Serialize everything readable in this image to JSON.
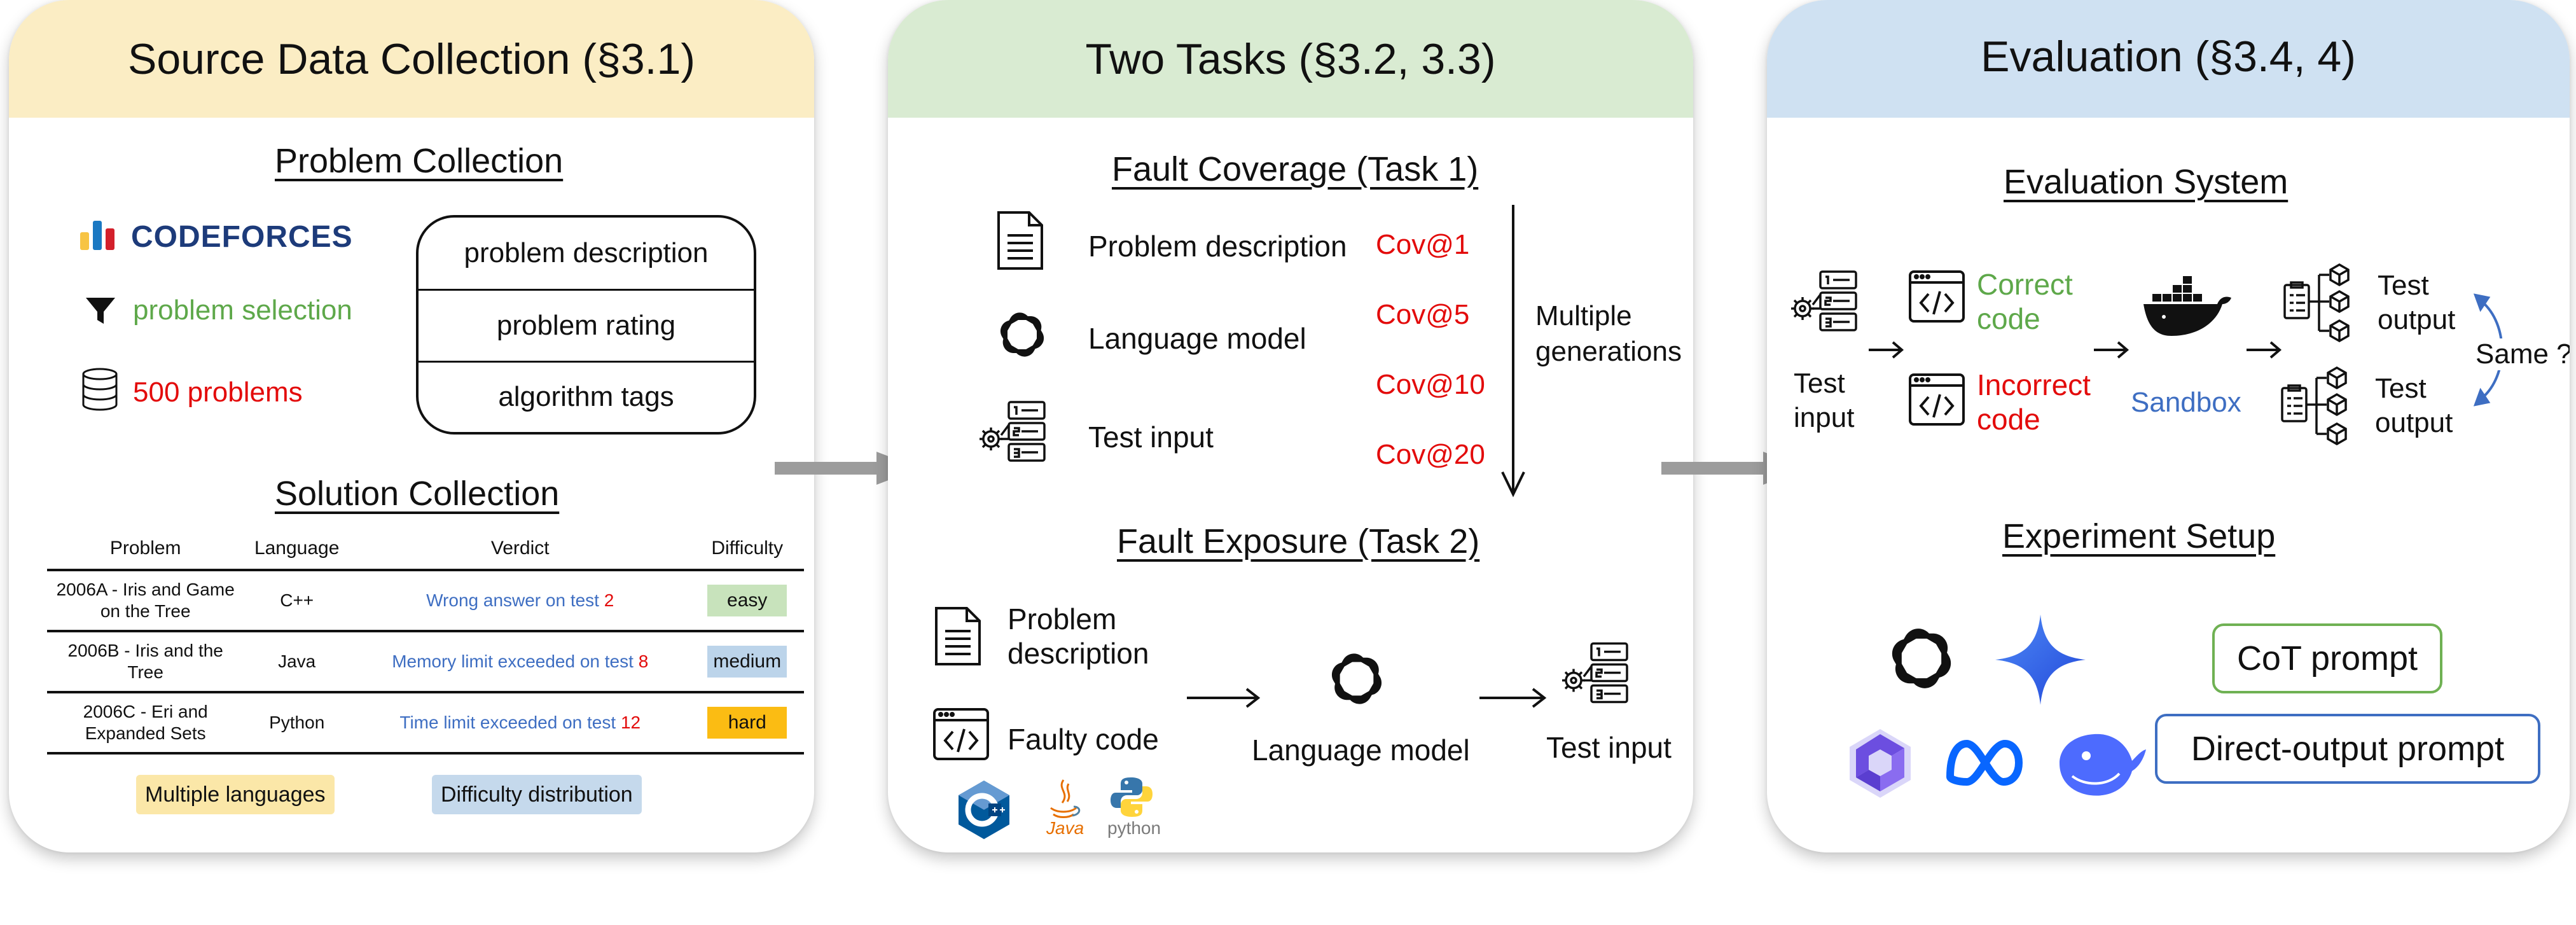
{
  "panel1": {
    "title": "Source Data Collection (§3.1)",
    "header_color": "#fbedc4",
    "problem_collection": {
      "title": "Problem Collection",
      "logo_text": "CODEFORCES",
      "selection_label": "problem selection",
      "count_label": "500 problems",
      "box_rows": [
        "problem description",
        "problem rating",
        "algorithm tags"
      ]
    },
    "solution_collection": {
      "title": "Solution Collection",
      "headers": [
        "Problem",
        "Language",
        "Verdict",
        "Difficulty"
      ],
      "rows": [
        {
          "problem": "2006A - Iris and Game on the Tree",
          "language": "C++",
          "verdict_text": "Wrong answer on test ",
          "verdict_num": "2",
          "difficulty": "easy",
          "difficulty_color": "#c8e3bc"
        },
        {
          "problem": "2006B - Iris and the Tree",
          "language": "Java",
          "verdict_text": "Memory limit exceeded on test ",
          "verdict_num": "8",
          "difficulty": "medium",
          "difficulty_color": "#bcd4ea"
        },
        {
          "problem": "2006C - Eri and Expanded Sets",
          "language": "Python",
          "verdict_text": "Time limit exceeded on test ",
          "verdict_num": "12",
          "difficulty": "hard",
          "difficulty_color": "#fbbc13"
        }
      ]
    },
    "tags": [
      {
        "label": "Multiple languages",
        "color": "#fbe7a8"
      },
      {
        "label": "Difficulty distribution",
        "color": "#c5d9ec"
      }
    ]
  },
  "panel2": {
    "title": "Two Tasks (§3.2, 3.3)",
    "header_color": "#d9ebd2",
    "task1": {
      "title": "Fault Coverage (Task 1)",
      "inputs": [
        "Problem description",
        "Language model",
        "Test input"
      ],
      "metrics": [
        "Cov@1",
        "Cov@5",
        "Cov@10",
        "Cov@20"
      ],
      "arrow_label_1": "Multiple",
      "arrow_label_2": "generations"
    },
    "task2": {
      "title": "Fault Exposure (Task 2)",
      "input_1_line1": "Problem",
      "input_1_line2": "description",
      "input_2": "Faulty code",
      "model_label": "Language model",
      "output_label": "Test input",
      "lang_logos": [
        "C++",
        "Java",
        "python"
      ]
    }
  },
  "panel3": {
    "title": "Evaluation (§3.4, 4)",
    "header_color": "#cfe1f2",
    "eval_system": {
      "title": "Evaluation System",
      "test_input_1": "Test",
      "test_input_2": "input",
      "correct_1": "Correct",
      "correct_2": "code",
      "incorrect_1": "Incorrect",
      "incorrect_2": "code",
      "sandbox": "Sandbox",
      "output_a1": "Test",
      "output_a2": "output",
      "output_b1": "Test",
      "output_b2": "output",
      "same": "Same ?"
    },
    "experiment": {
      "title": "Experiment Setup",
      "prompt_1": "CoT prompt",
      "prompt_2": "Direct-output prompt"
    }
  }
}
